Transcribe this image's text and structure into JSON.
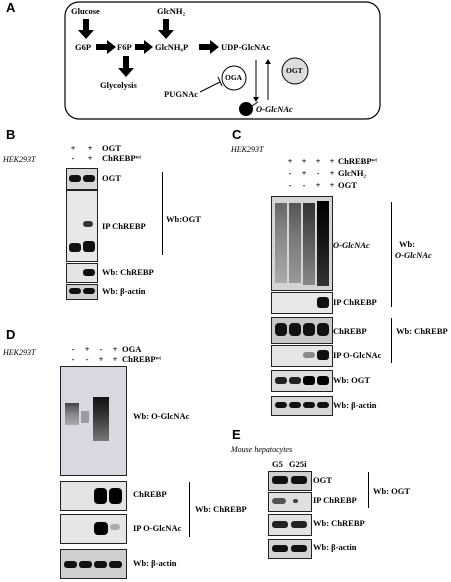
{
  "panel_labels": {
    "a": "A",
    "b": "B",
    "c": "C",
    "d": "D",
    "e": "E"
  },
  "diagram": {
    "glucose": "Glucose",
    "glcnh2": "GlcNH₂",
    "g6p": "G6P",
    "f6p": "F6P",
    "glcnh6p": "GlcNH₆P",
    "udp": "UDP-GlcNAc",
    "glycolysis": "Glycolysis",
    "pugnac": "PUGNAc",
    "oga": "OGA",
    "ogt": "OGT",
    "oglcnac": "O-GlcNAc"
  },
  "panel_b": {
    "cell": "HEK293T",
    "rows": [
      {
        "label": "OGT",
        "signs": [
          "+",
          "+"
        ]
      },
      {
        "label": "ChREBPʷᵗ",
        "signs": [
          "-",
          "+"
        ]
      }
    ],
    "blots": [
      "OGT",
      "IP ChREBP",
      "Wb: ChREBP",
      "Wb: β-actin"
    ],
    "group_label": "Wb:OGT"
  },
  "panel_c": {
    "cell": "HEK293T",
    "rows": [
      {
        "label": "ChREBPʷᵗ",
        "signs": [
          "+",
          "+",
          "+",
          "+"
        ]
      },
      {
        "label": "GlcNH₂",
        "signs": [
          "-",
          "+",
          "-",
          "+"
        ]
      },
      {
        "label": "OGT",
        "signs": [
          "-",
          "-",
          "+",
          "+"
        ]
      }
    ],
    "blots": [
      "O-GlcNAc",
      "IP ChREBP",
      "ChREBP",
      "IP O-GlcNAc",
      "Wb: OGT",
      "Wb: β-actin"
    ],
    "group1_label_a": "Wb:",
    "group1_label_b": "O-GlcNAc",
    "group2_label": "Wb: ChREBP"
  },
  "panel_d": {
    "cell": "HEK293T",
    "rows": [
      {
        "label": "OGA",
        "signs": [
          "-",
          "+",
          "-",
          "+"
        ]
      },
      {
        "label": "ChREBPʷᵗ",
        "signs": [
          "-",
          "-",
          "+",
          "+"
        ]
      }
    ],
    "blots": [
      "Wb: O-GlcNAc",
      "ChREBP",
      "IP O-GlcNAc",
      "Wb: β-actin"
    ],
    "group_label": "Wb: ChREBP"
  },
  "panel_e": {
    "cell": "Mouse hepatocytes",
    "conditions": [
      "G5",
      "G25i"
    ],
    "blots": [
      "OGT",
      "IP ChREBP",
      "Wb: ChREBP",
      "Wb: β-actin"
    ],
    "group_label": "Wb: OGT"
  }
}
